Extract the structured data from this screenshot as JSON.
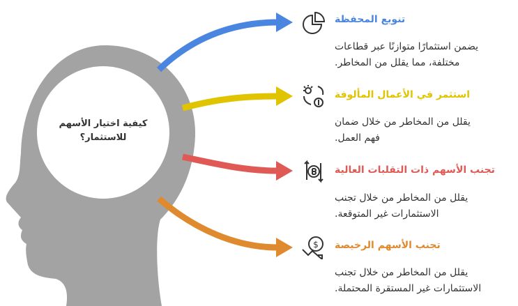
{
  "center_title": "كيفية اختيار الأسهم للاستثمار؟",
  "items": [
    {
      "title": "تنويع المحفظة",
      "desc": "يضمن استثمارًا متوازنًا عبر قطاعات مختلفة، مما يقلل من المخاطر.",
      "color": "#4a86e0",
      "icon": "pie-chart-icon"
    },
    {
      "title": "استثمر في الأعمال المألوفة",
      "desc": "يقلل من المخاطر من خلال ضمان فهم العمل.",
      "color": "#e0c400",
      "icon": "idea-money-cycle-icon"
    },
    {
      "title": "تجنب الأسهم ذات التقلبات العالية",
      "desc": "يقلل من المخاطر من خلال تجنب الاستثمارات غير المتوقعة.",
      "color": "#e05a55",
      "icon": "bitcoin-volatility-icon"
    },
    {
      "title": "تجنب الأسهم الرخيصة",
      "desc": "يقلل من المخاطر من خلال تجنب الاستثمارات غير المستقرة المحتملة.",
      "color": "#e08a30",
      "icon": "dollar-decline-icon"
    }
  ]
}
